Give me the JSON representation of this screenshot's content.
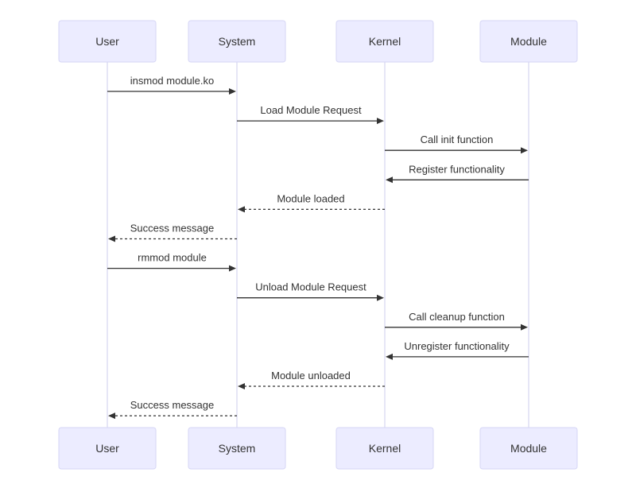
{
  "participants": [
    {
      "id": "user",
      "label": "User"
    },
    {
      "id": "system",
      "label": "System"
    },
    {
      "id": "kernel",
      "label": "Kernel"
    },
    {
      "id": "module",
      "label": "Module"
    }
  ],
  "messages": [
    {
      "from": "user",
      "to": "system",
      "label": "insmod module.ko",
      "style": "solid"
    },
    {
      "from": "system",
      "to": "kernel",
      "label": "Load Module Request",
      "style": "solid"
    },
    {
      "from": "kernel",
      "to": "module",
      "label": "Call init function",
      "style": "solid"
    },
    {
      "from": "module",
      "to": "kernel",
      "label": "Register functionality",
      "style": "solid"
    },
    {
      "from": "kernel",
      "to": "system",
      "label": "Module loaded",
      "style": "dashed"
    },
    {
      "from": "system",
      "to": "user",
      "label": "Success message",
      "style": "dashed"
    },
    {
      "from": "user",
      "to": "system",
      "label": "rmmod module",
      "style": "solid"
    },
    {
      "from": "system",
      "to": "kernel",
      "label": "Unload Module Request",
      "style": "solid"
    },
    {
      "from": "kernel",
      "to": "module",
      "label": "Call cleanup function",
      "style": "solid"
    },
    {
      "from": "module",
      "to": "kernel",
      "label": "Unregister functionality",
      "style": "solid"
    },
    {
      "from": "kernel",
      "to": "system",
      "label": "Module unloaded",
      "style": "dashed"
    },
    {
      "from": "system",
      "to": "user",
      "label": "Success message",
      "style": "dashed"
    }
  ],
  "colors": {
    "actor_fill": "#ececff",
    "actor_border": "#d6d6f5",
    "lifeline": "#ccccee",
    "text": "#333333",
    "arrow": "#333333"
  }
}
